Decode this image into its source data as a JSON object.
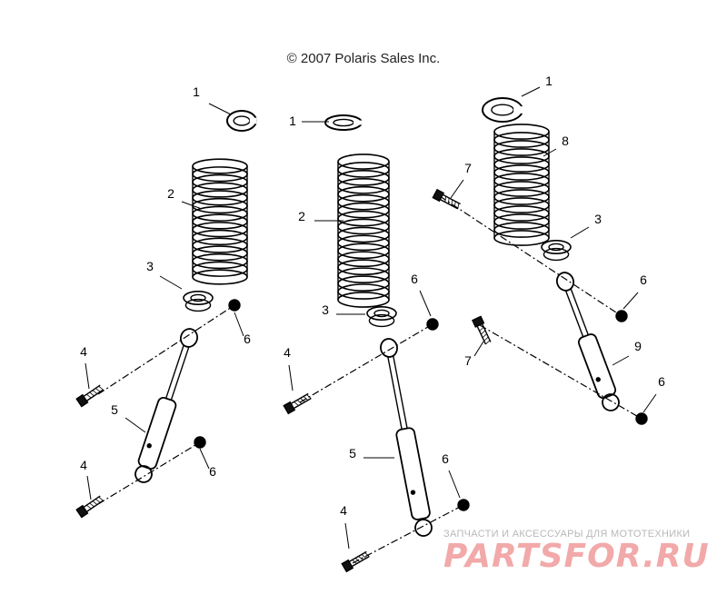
{
  "copyright": "© 2007 Polaris Sales Inc.",
  "callouts": [
    "1",
    "1",
    "1",
    "2",
    "2",
    "3",
    "3",
    "3",
    "4",
    "4",
    "4",
    "4",
    "5",
    "5",
    "6",
    "6",
    "6",
    "6",
    "6",
    "6",
    "7",
    "7",
    "8",
    "9"
  ],
  "watermark": {
    "tagline": "ЗАПЧАСТИ И АКСЕССУАРЫ ДЛЯ МОТОТЕХНИКИ",
    "brand": "PARTSFOR.RU"
  }
}
